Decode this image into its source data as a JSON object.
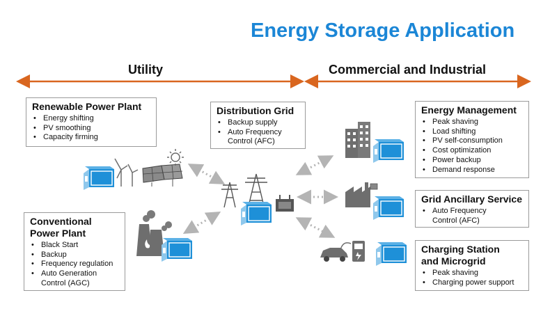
{
  "title": "Energy Storage Application",
  "sections": {
    "utility": "Utility",
    "commercial": "Commercial and Industrial"
  },
  "boxes": {
    "renewable": {
      "title": "Renewable Power Plant",
      "items": [
        "Energy shifting",
        "PV smoothing",
        "Capacity firming"
      ]
    },
    "conventional": {
      "title_line1": "Conventional",
      "title_line2": "Power Plant",
      "items": [
        "Black Start",
        "Backup",
        "Frequency regulation",
        "Auto Generation\nControl (AGC)"
      ]
    },
    "distribution": {
      "title": "Distribution Grid",
      "items": [
        "Backup supply",
        "Auto Frequency\nControl (AFC)"
      ]
    },
    "energy_mgmt": {
      "title": "Energy Management",
      "items": [
        "Peak shaving",
        "Load shifting",
        "PV self-consumption",
        "Cost optimization",
        "Power backup",
        "Demand response"
      ]
    },
    "grid_ancillary": {
      "title": "Grid Ancillary Service",
      "items": [
        "Auto Frequency\nControl (AFC)"
      ]
    },
    "charging": {
      "title_line1": "Charging Station",
      "title_line2": "and Microgrid",
      "items": [
        "Peak shaving",
        "Charging power support"
      ]
    }
  },
  "colors": {
    "title_blue": "#1b86d6",
    "arrow_orange": "#d9661f",
    "battery_blue": "#1e90d8",
    "icon_gray": "#6e6e6e",
    "dotted_arrow": "#b4b4b4"
  },
  "icons": [
    "battery-storage-icon",
    "wind-turbine-icon",
    "solar-panel-icon",
    "sun-icon",
    "power-plant-icon",
    "transmission-tower-icon",
    "transformer-icon",
    "office-building-icon",
    "factory-icon",
    "car-icon",
    "ev-charger-icon"
  ]
}
